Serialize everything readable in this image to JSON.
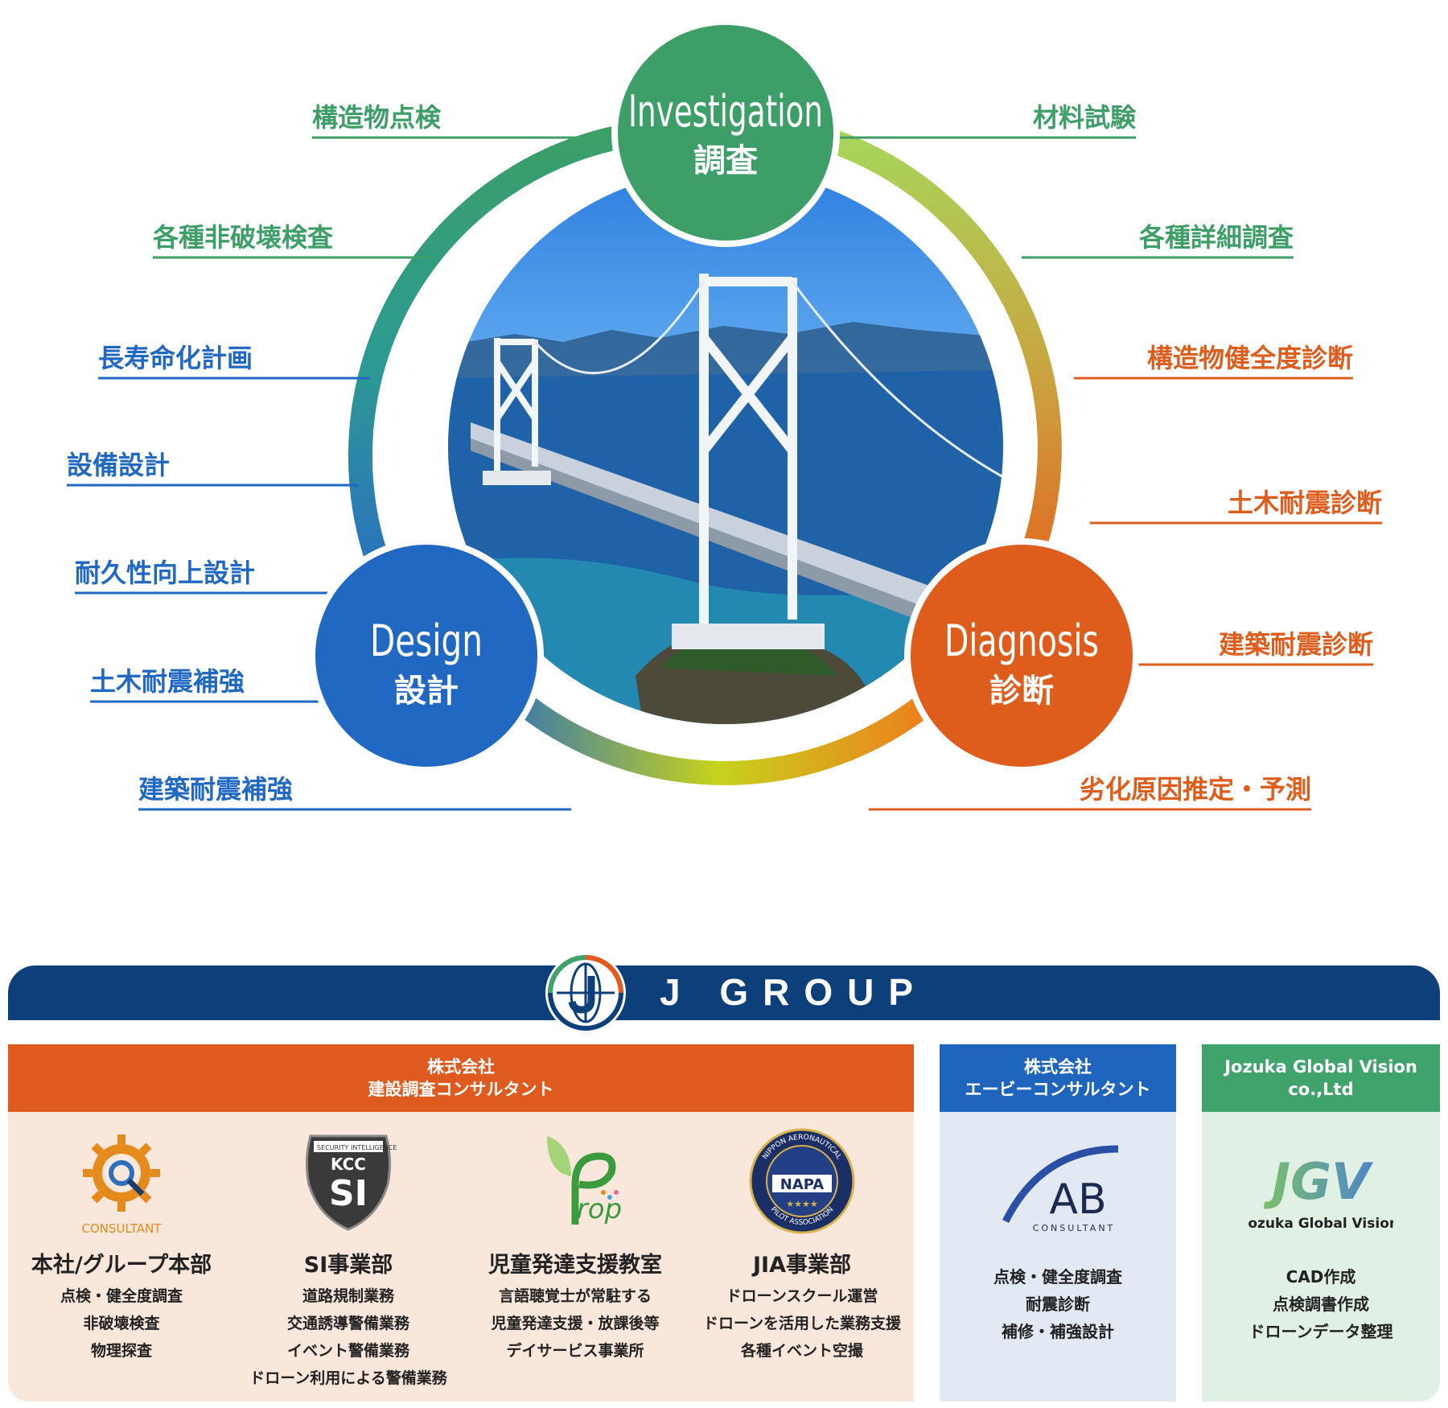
{
  "colors": {
    "investigation": "#3d9e67",
    "diagnosis": "#de5c1c",
    "design": "#2168c2",
    "banner": "#0d3f7b"
  },
  "hubs": {
    "investigation": {
      "en": "Investigation",
      "ja": "調査"
    },
    "design": {
      "en": "Design",
      "ja": "設計"
    },
    "diagnosis": {
      "en": "Diagnosis",
      "ja": "診断"
    }
  },
  "investigation_items": [
    "構造物点検",
    "各種非破壊検査",
    "材料試験",
    "各種詳細調査"
  ],
  "design_items": [
    "長寿命化計画",
    "設備設計",
    "耐久性向上設計",
    "土木耐震補強",
    "建築耐震補強"
  ],
  "diagnosis_items": [
    "構造物健全度診断",
    "土木耐震診断",
    "建築耐震診断",
    "劣化原因推定・予測"
  ],
  "group": {
    "title": "J GROUP",
    "companies": [
      {
        "name_line1": "株式会社",
        "name_line2": "建設調査コンサルタント",
        "units": [
          {
            "logo_icon": "consultant-logo-icon",
            "logo_text": "CONSULTANT",
            "title": "本社/グループ本部",
            "lines": [
              "点検・健全度調査",
              "非破壊検査",
              "物理探査"
            ]
          },
          {
            "logo_icon": "kcc-si-shield-icon",
            "logo_text_top": "SECURITY",
            "logo_text_top2": "INTELLIGENCE",
            "logo_text_mid": "KCC",
            "logo_text_big": "SI",
            "title": "SI事業部",
            "lines": [
              "道路規制業務",
              "交通誘導警備業務",
              "イベント警備業務",
              "ドローン利用による警備業務"
            ]
          },
          {
            "logo_icon": "prop-leaf-icon",
            "logo_text": "rop",
            "title": "児童発達支援教室",
            "lines": [
              "言語聴覚士が常駐する",
              "児童発達支援・放課後等",
              "デイサービス事業所"
            ]
          },
          {
            "logo_icon": "napa-emblem-icon",
            "logo_text": "NAPA",
            "logo_ring_top": "NIPPON AERONAUTICAL",
            "logo_ring_bottom": "PILOT ASSOCIATION",
            "title": "JIA事業部",
            "lines": [
              "ドローンスクール運営",
              "ドローンを活用した業務支援",
              "各種イベント空撮"
            ]
          }
        ]
      },
      {
        "name_line1": "株式会社",
        "name_line2": "エービーコンサルタント",
        "logo_icon": "ab-consultant-logo-icon",
        "logo_text": "AB",
        "logo_sub": "CONSULTANT",
        "lines": [
          "点検・健全度調査",
          "耐震診断",
          "補修・補強設計"
        ]
      },
      {
        "name_line1": "Jozuka Global Vision",
        "name_line2": "co.,Ltd",
        "logo_icon": "jgv-logo-icon",
        "logo_text": "JGV",
        "logo_sub": "Jozuka Global Vision",
        "lines": [
          "CAD作成",
          "点検調書作成",
          "ドローンデータ整理"
        ]
      }
    ]
  }
}
